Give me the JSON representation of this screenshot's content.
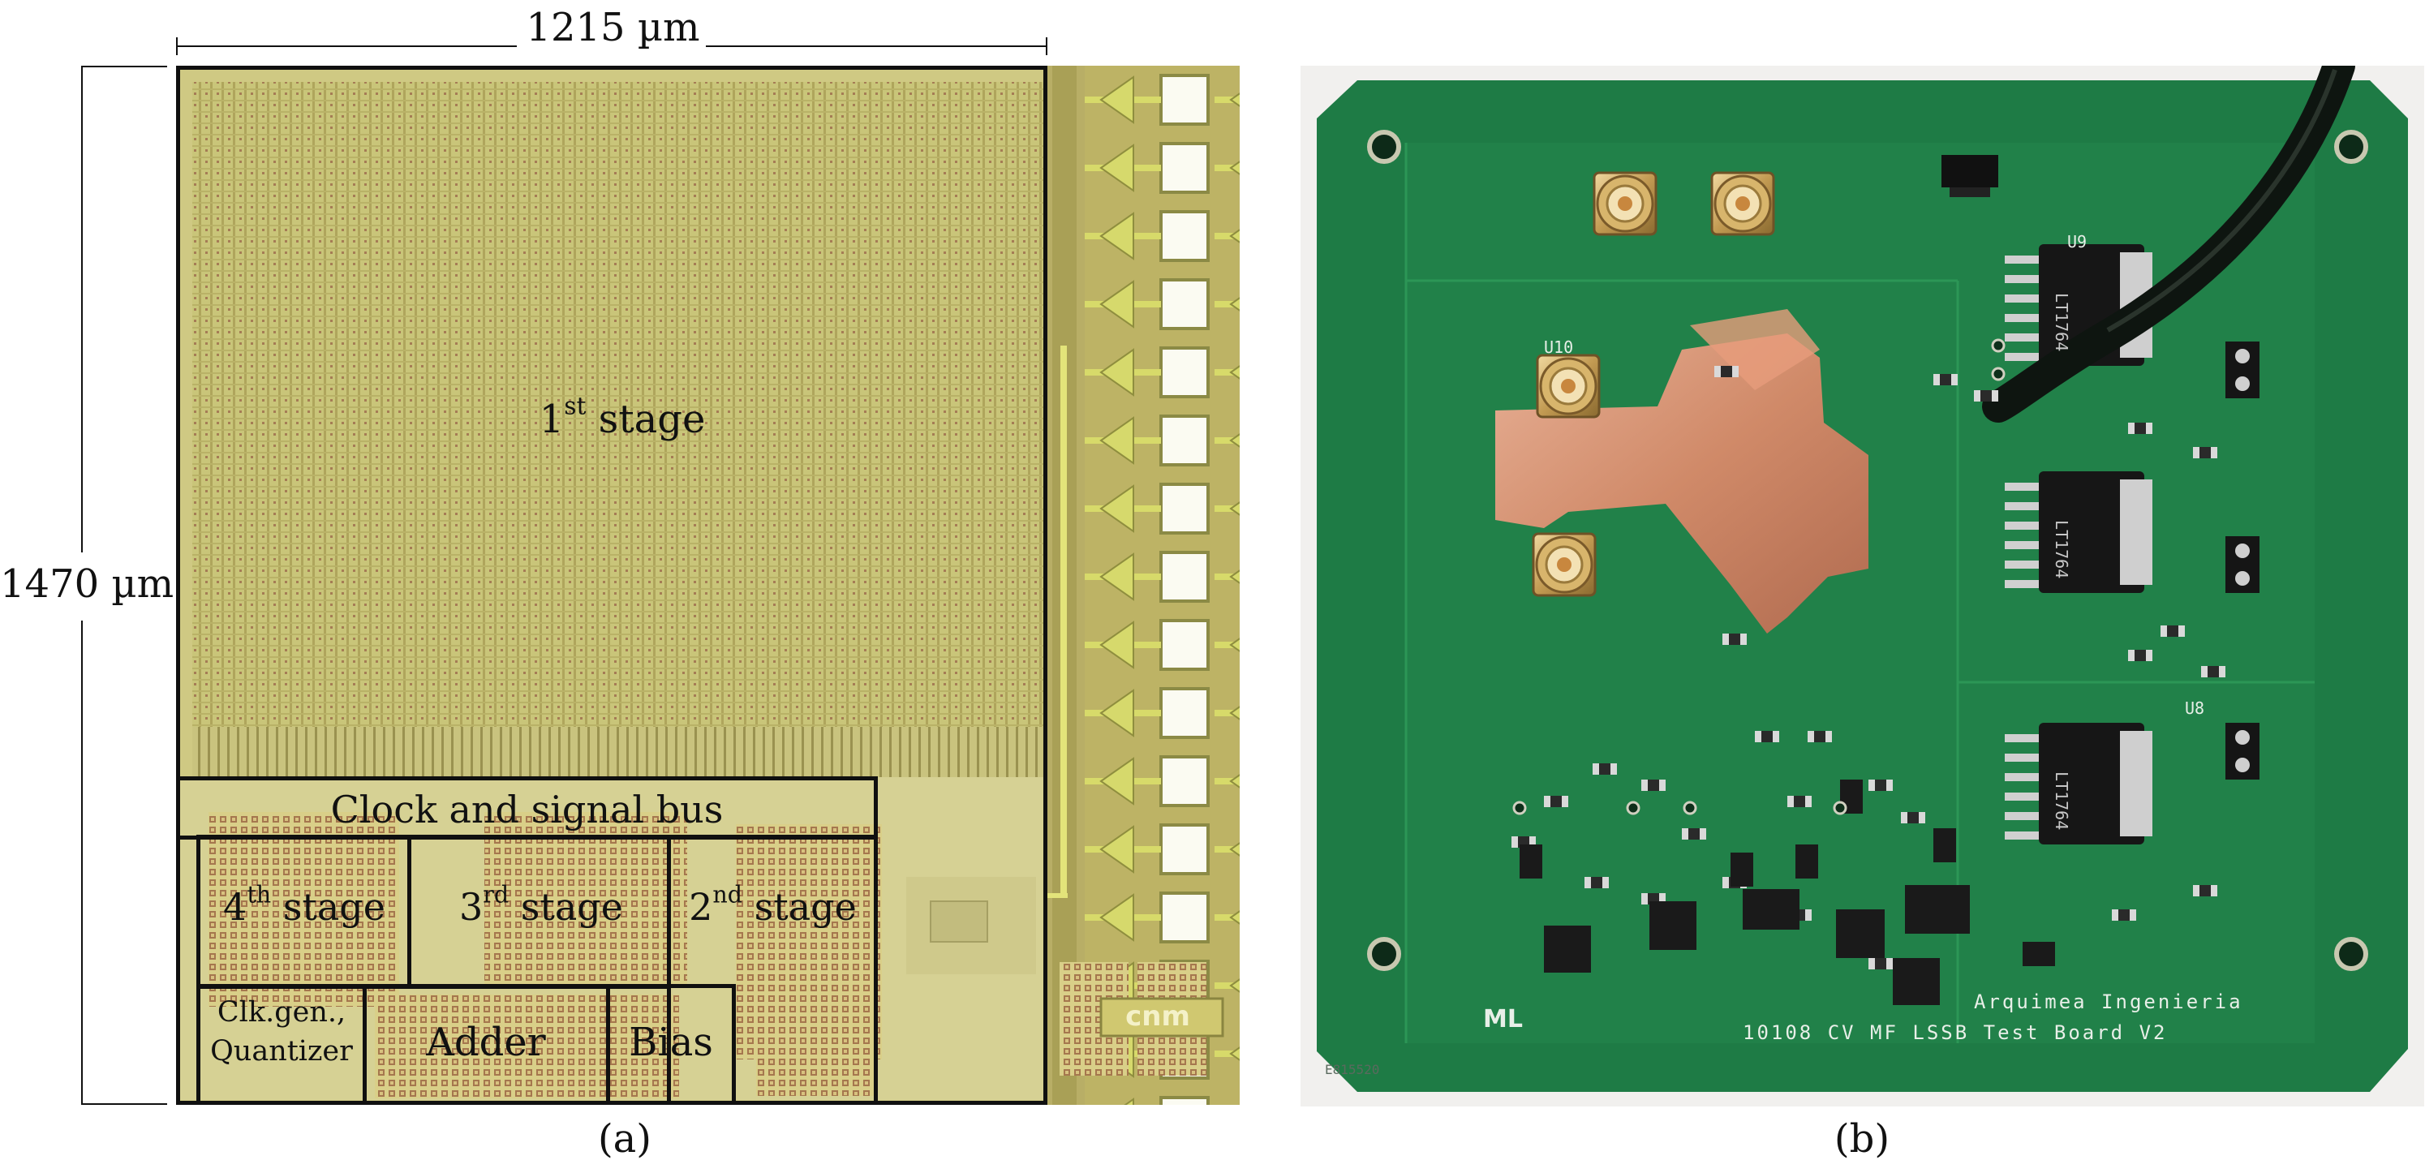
{
  "dims": {
    "width_label": "1215 µm",
    "height_label": "1470 µm"
  },
  "chip": {
    "blocks": {
      "stage1": {
        "label": "1",
        "sup": "st",
        "suffix": " stage"
      },
      "clock_bus": {
        "label": "Clock and signal bus"
      },
      "stage4": {
        "label": "4",
        "sup": "th",
        "suffix": " stage"
      },
      "stage3": {
        "label": "3",
        "sup": "rd",
        "suffix": " stage"
      },
      "stage2": {
        "label": "2",
        "sup": "nd",
        "suffix": " stage"
      },
      "clkgen": {
        "line1": "Clk.gen.,",
        "line2": "Quantizer"
      },
      "adder": {
        "label": "Adder"
      },
      "bias": {
        "label": "Bias"
      }
    },
    "logo_text": "cnm"
  },
  "pcb": {
    "board_text_1": "Arquimea Ingenieria",
    "board_text_2": "10108 CV MF LSSB Test Board V2",
    "board_id": "E815520",
    "logo_text": "ML",
    "chip_marking": "LT1764",
    "ic_label_u9": "U9",
    "ic_label_u8": "U8",
    "ic_label_u10": "U10"
  },
  "captions": {
    "a": "(a)",
    "b": "(b)"
  }
}
